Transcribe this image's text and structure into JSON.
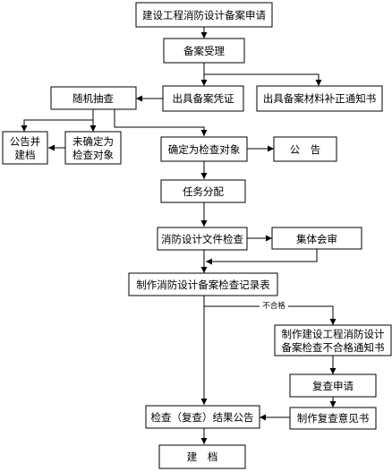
{
  "nodes": {
    "apply": "建设工程消防设计备案申请",
    "accept": "备案受理",
    "random_check": "随机抽查",
    "issue_cert": "出具备案凭证",
    "issue_notice": "出具备案材料补正通知书",
    "publish_archive_1": "公告并",
    "publish_archive_2": "建档",
    "not_selected_1": "未确定为",
    "not_selected_2": "检查对象",
    "selected": "确定为检查对象",
    "announce": "公　告",
    "assign": "任务分配",
    "doc_check": "消防设计文件检查",
    "joint_review": "集体会审",
    "record_form": "制作消防设计备案检查记录表",
    "fail_notice_1": "制作建设工程消防设计",
    "fail_notice_2": "备案检查不合格通知书",
    "recheck_apply": "复查申请",
    "recheck_opinion": "制作复查意见书",
    "result_announce": "检查（复查）结果公告",
    "archive": "建　档"
  },
  "edge_labels": {
    "fail": "不合格"
  }
}
